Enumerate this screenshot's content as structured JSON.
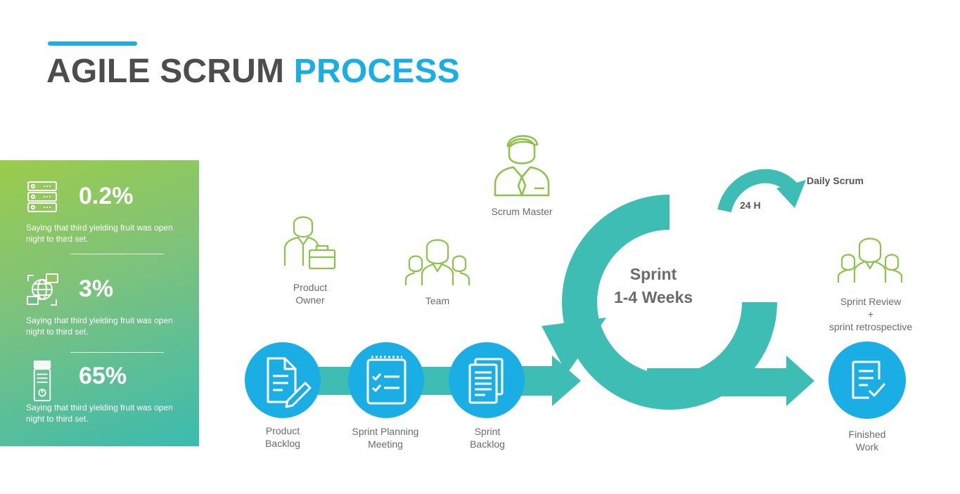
{
  "title": {
    "main": "AGILE SCRUM",
    "accent": "PROCESS"
  },
  "stats": [
    {
      "icon": "server-icon",
      "value": "0.2%",
      "desc": "Saying that third yielding fruit was open night to third set."
    },
    {
      "icon": "network-globe-icon",
      "value": "3%",
      "desc": "Saying that third yielding fruit was open night to third set."
    },
    {
      "icon": "power-tower-icon",
      "value": "65%",
      "desc": "Saying that third yielding fruit was open night to third set."
    }
  ],
  "roles": {
    "product_owner": [
      "Product",
      "Owner"
    ],
    "team": "Team",
    "scrum_master": "Scrum Master",
    "sprint_review": [
      "Sprint Review",
      "+",
      "sprint retrospective"
    ]
  },
  "steps": {
    "product_backlog": [
      "Product",
      "Backlog"
    ],
    "sprint_planning": [
      "Sprint Planning",
      "Meeting"
    ],
    "sprint_backlog": [
      "Sprint",
      "Backlog"
    ],
    "finished_work": [
      "Finished",
      "Work"
    ]
  },
  "sprint": {
    "line1": "Sprint",
    "line2": "1-4 Weeks"
  },
  "daily": {
    "label": "Daily Scrum",
    "duration": "24 H"
  },
  "colors": {
    "accent_blue": "#1aaee5",
    "teal": "#3dbdb3",
    "green": "#8bc34a",
    "title_gray": "#4d4d4d"
  }
}
